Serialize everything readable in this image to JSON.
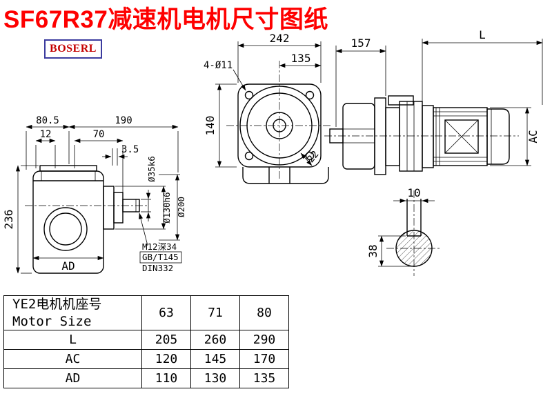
{
  "page": {
    "title": "SF67R37减速机电机尺寸图纸",
    "brand": "BOSERL"
  },
  "colors": {
    "title_red": "#fe0000",
    "brand_text_red": "#c40000",
    "brand_border_blue": "#3b3b9e",
    "line_black": "#000000"
  },
  "drawing": {
    "left_view": {
      "dim_top_left": "80.5",
      "dim_top_right": "190",
      "dim_mid_left": "12",
      "dim_mid_right": "70",
      "dim_small": "3.5",
      "dim_height": "236",
      "dim_width": "AD",
      "shaft_dia": "Ø35k6",
      "spigot_dia": "Ø130h6",
      "flange_dia": "Ø200",
      "thread_note": "M12深34",
      "standard_note1": "GB/T145",
      "standard_note2": "DIN332"
    },
    "front_view": {
      "dim_width": "242",
      "dim_half_width": "135",
      "bolt_holes": "4-Ø11",
      "dim_height": "140",
      "dim_corner": "22"
    },
    "side_view": {
      "dim_gear_length": "157",
      "dim_motor_length": "L",
      "dim_motor_height": "AC"
    },
    "shaft_section": {
      "dim_key_width": "10",
      "dim_flat_height": "38"
    }
  },
  "table": {
    "header": {
      "label_cn": "YE2电机机座号",
      "label_en": "Motor Size",
      "sizes": [
        "63",
        "71",
        "80"
      ]
    },
    "rows": [
      {
        "label": "L",
        "values": [
          "205",
          "260",
          "290"
        ]
      },
      {
        "label": "AC",
        "values": [
          "120",
          "145",
          "170"
        ]
      },
      {
        "label": "AD",
        "values": [
          "110",
          "130",
          "135"
        ]
      }
    ]
  }
}
